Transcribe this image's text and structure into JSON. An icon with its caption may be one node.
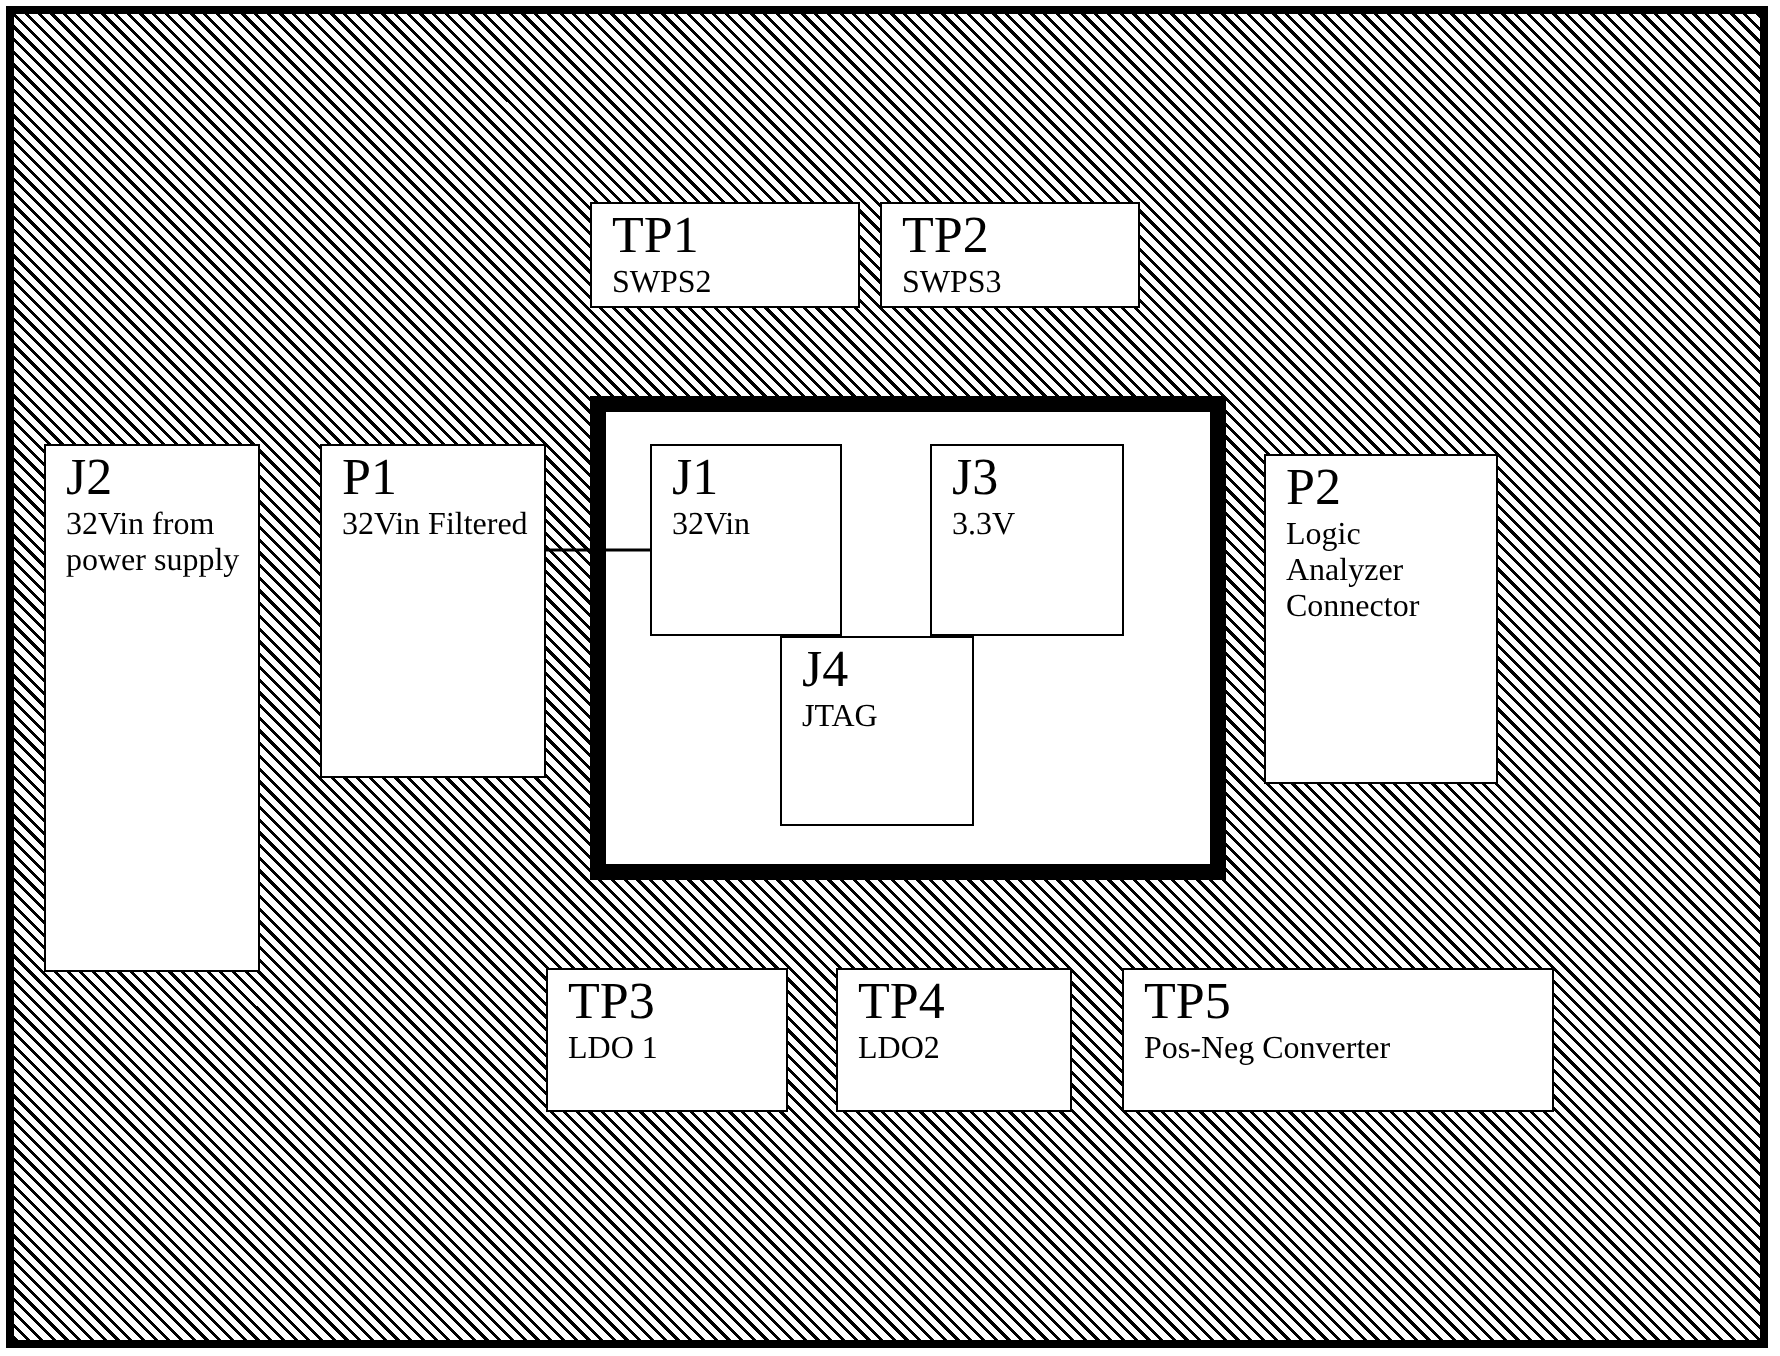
{
  "diagram": {
    "nodes": [
      {
        "text": [],
        "shape": "box"
      },
      {
        "text": [
          "TP1",
          "SWPS2"
        ],
        "in": 0
      },
      {
        "text": [
          "TP2",
          "SWPS3"
        ],
        "in": 0
      },
      {
        "text": [
          "J2",
          "32Vin from power supply"
        ],
        "in": 0
      },
      {
        "text": [
          "P1",
          "32Vin Filtered"
        ],
        "in": 0
      },
      {
        "text": [],
        "shape": "box",
        "in": 0
      },
      {
        "text": [
          "J1",
          "32Vin"
        ],
        "in": 5
      },
      {
        "text": [
          "J3",
          "3.3V"
        ],
        "in": 5
      },
      {
        "text": [
          "J4",
          "JTAG"
        ],
        "in": 5
      },
      {
        "text": [
          "P2",
          "Logic Analyzer Connector"
        ],
        "in": 0
      },
      {
        "text": [
          "TP3",
          "LDO 1"
        ],
        "in": 0
      },
      {
        "text": [
          "TP4",
          "LDO2"
        ],
        "in": 0
      },
      {
        "text": [
          "TP5",
          "Pos-Neg Converter"
        ],
        "in": 0
      }
    ],
    "edges": [
      {
        "from": 4,
        "to": 6,
        "arrow": "none"
      }
    ]
  }
}
